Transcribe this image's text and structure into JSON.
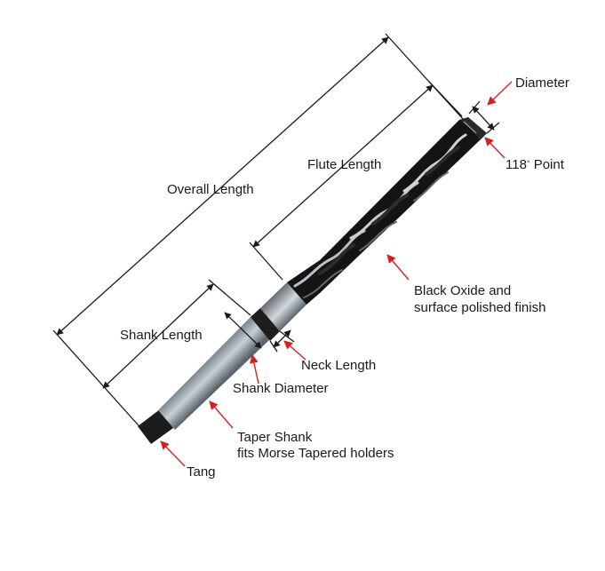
{
  "labels": {
    "diameter": "Diameter",
    "point_value": "118",
    "point_unit": "°",
    "point_word": "Point",
    "flute_length": "Flute Length",
    "overall_length": "Overall Length",
    "finish_line1": "Black Oxide and",
    "finish_line2": "surface polished finish",
    "shank_length": "Shank Length",
    "neck_length": "Neck Length",
    "shank_diameter": "Shank Diameter",
    "taper_line1": "Taper Shank",
    "taper_line2": "fits Morse Tapered holders",
    "tang": "Tang"
  },
  "colors": {
    "arrow": "#d42020",
    "dimension_line": "#1a1a1a",
    "drill_black": "#141414",
    "shank_silver": "#9aa3aa"
  }
}
